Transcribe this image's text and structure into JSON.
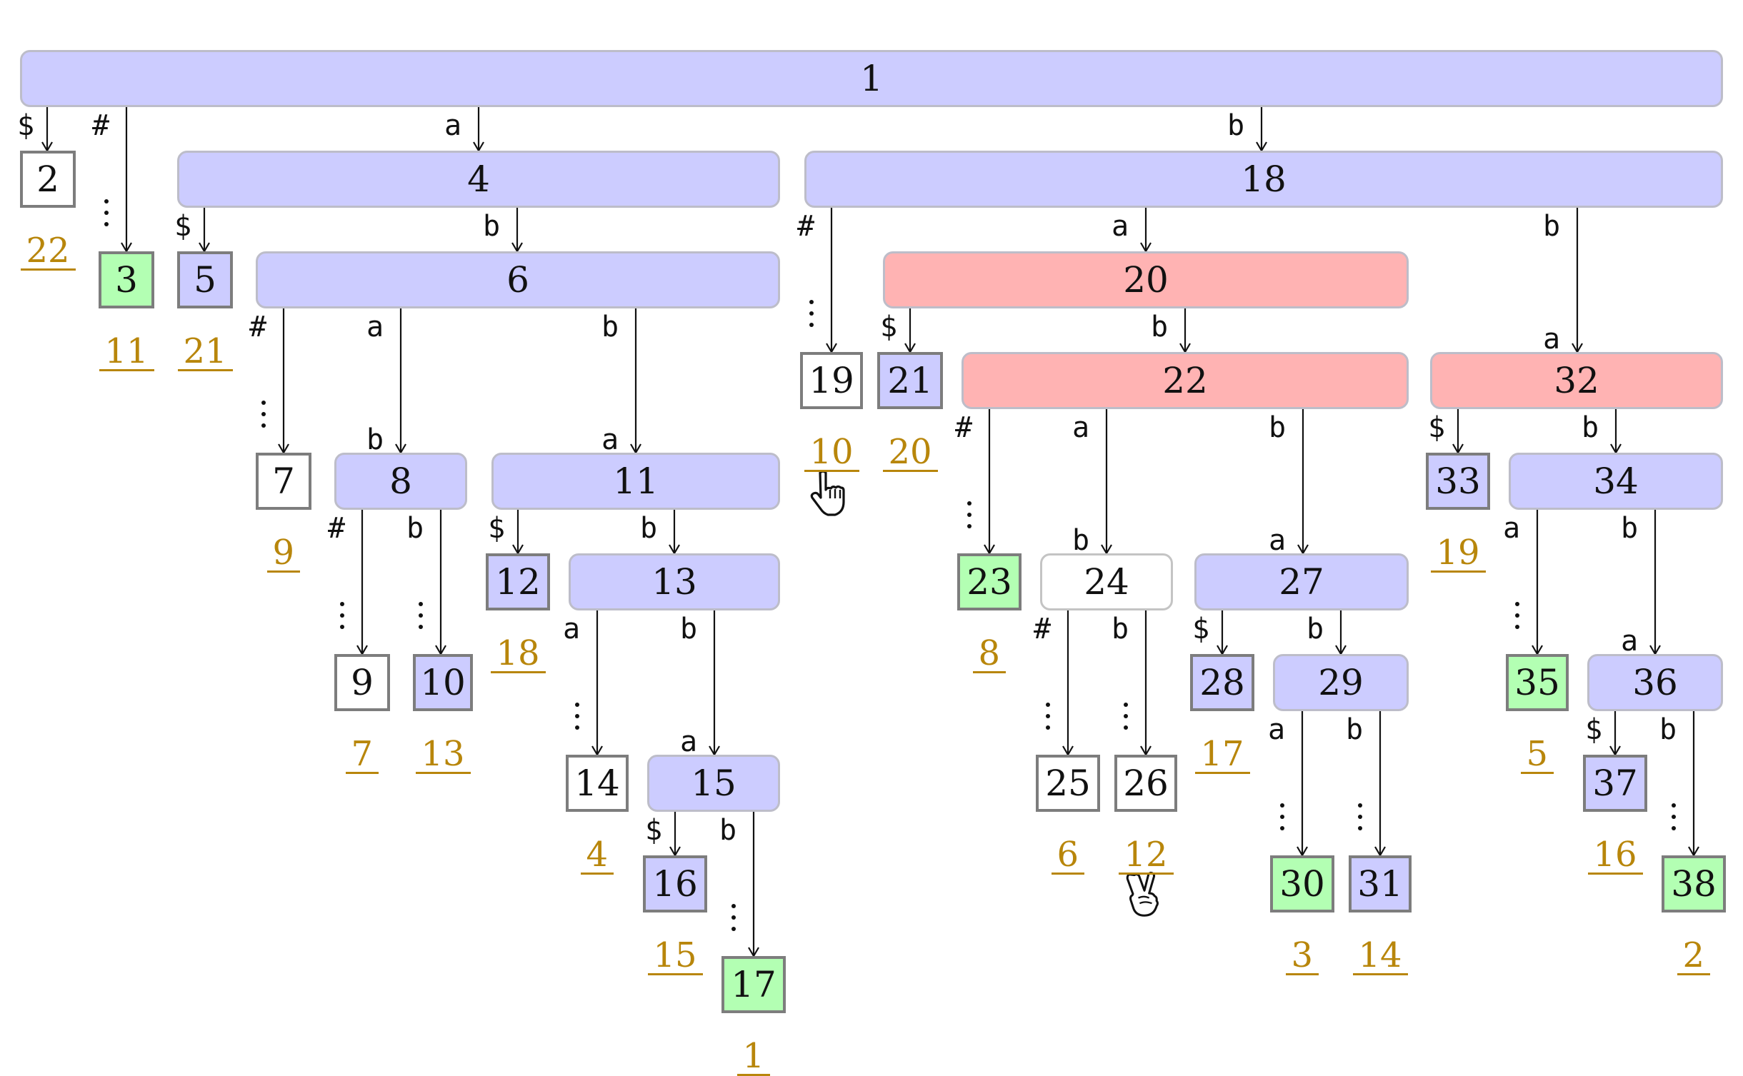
{
  "colors": {
    "internal_node": "#ccccff",
    "highlight_node": "#ffb3b3",
    "green_leaf": "#b3ffb3",
    "plain_node": "#ffffff",
    "suffix_index": "#b8860b",
    "edge": "#111111"
  },
  "nodes": [
    {
      "id": "n1",
      "label": "1",
      "fill": "blue"
    },
    {
      "id": "n2",
      "label": "2",
      "fill": "white"
    },
    {
      "id": "n3",
      "label": "3",
      "fill": "green"
    },
    {
      "id": "n4",
      "label": "4",
      "fill": "blue"
    },
    {
      "id": "n5",
      "label": "5",
      "fill": "blue"
    },
    {
      "id": "n6",
      "label": "6",
      "fill": "blue"
    },
    {
      "id": "n7",
      "label": "7",
      "fill": "white"
    },
    {
      "id": "n8",
      "label": "8",
      "fill": "blue"
    },
    {
      "id": "n9",
      "label": "9",
      "fill": "white"
    },
    {
      "id": "n10",
      "label": "10",
      "fill": "blue"
    },
    {
      "id": "n11",
      "label": "11",
      "fill": "blue"
    },
    {
      "id": "n12",
      "label": "12",
      "fill": "blue"
    },
    {
      "id": "n13",
      "label": "13",
      "fill": "blue"
    },
    {
      "id": "n14",
      "label": "14",
      "fill": "white"
    },
    {
      "id": "n15",
      "label": "15",
      "fill": "blue"
    },
    {
      "id": "n16",
      "label": "16",
      "fill": "blue"
    },
    {
      "id": "n17",
      "label": "17",
      "fill": "green"
    },
    {
      "id": "n18",
      "label": "18",
      "fill": "blue"
    },
    {
      "id": "n19",
      "label": "19",
      "fill": "white"
    },
    {
      "id": "n20",
      "label": "20",
      "fill": "red"
    },
    {
      "id": "n21",
      "label": "21",
      "fill": "blue"
    },
    {
      "id": "n22",
      "label": "22",
      "fill": "red"
    },
    {
      "id": "n23",
      "label": "23",
      "fill": "green"
    },
    {
      "id": "n24",
      "label": "24",
      "fill": "white"
    },
    {
      "id": "n25",
      "label": "25",
      "fill": "white"
    },
    {
      "id": "n26",
      "label": "26",
      "fill": "white"
    },
    {
      "id": "n27",
      "label": "27",
      "fill": "blue"
    },
    {
      "id": "n28",
      "label": "28",
      "fill": "blue"
    },
    {
      "id": "n29",
      "label": "29",
      "fill": "blue"
    },
    {
      "id": "n30",
      "label": "30",
      "fill": "green"
    },
    {
      "id": "n31",
      "label": "31",
      "fill": "blue"
    },
    {
      "id": "n32",
      "label": "32",
      "fill": "red"
    },
    {
      "id": "n33",
      "label": "33",
      "fill": "blue"
    },
    {
      "id": "n34",
      "label": "34",
      "fill": "blue"
    },
    {
      "id": "n35",
      "label": "35",
      "fill": "green"
    },
    {
      "id": "n36",
      "label": "36",
      "fill": "blue"
    },
    {
      "id": "n37",
      "label": "37",
      "fill": "blue"
    },
    {
      "id": "n38",
      "label": "38",
      "fill": "green"
    }
  ],
  "edges": [
    {
      "id": "e1-2",
      "label": "$"
    },
    {
      "id": "e1-3",
      "label": "#"
    },
    {
      "id": "e1-4",
      "label": "a"
    },
    {
      "id": "e1-18",
      "label": "b"
    },
    {
      "id": "e4-5",
      "label": "$"
    },
    {
      "id": "e4-6",
      "label": "b"
    },
    {
      "id": "e6-7",
      "label": "#"
    },
    {
      "id": "e6-8",
      "label": "a",
      "label2": "b"
    },
    {
      "id": "e6-11",
      "label": "b",
      "label2": "a"
    },
    {
      "id": "e8-9",
      "label": "#"
    },
    {
      "id": "e8-10",
      "label": "b"
    },
    {
      "id": "e11-12",
      "label": "$"
    },
    {
      "id": "e11-13",
      "label": "b"
    },
    {
      "id": "e13-14",
      "label": "a"
    },
    {
      "id": "e13-15",
      "label": "b",
      "label2": "a"
    },
    {
      "id": "e15-16",
      "label": "$"
    },
    {
      "id": "e15-17",
      "label": "b"
    },
    {
      "id": "e18-19",
      "label": "#"
    },
    {
      "id": "e18-20",
      "label": "a"
    },
    {
      "id": "e18-32",
      "label": "b",
      "label2": "a"
    },
    {
      "id": "e20-21",
      "label": "$"
    },
    {
      "id": "e20-22",
      "label": "b"
    },
    {
      "id": "e22-23",
      "label": "#"
    },
    {
      "id": "e22-24",
      "label": "a",
      "label2": "b"
    },
    {
      "id": "e22-27",
      "label": "b",
      "label2": "a"
    },
    {
      "id": "e24-25",
      "label": "#"
    },
    {
      "id": "e24-26",
      "label": "b"
    },
    {
      "id": "e27-28",
      "label": "$"
    },
    {
      "id": "e27-29",
      "label": "b"
    },
    {
      "id": "e29-30",
      "label": "a"
    },
    {
      "id": "e29-31",
      "label": "b"
    },
    {
      "id": "e32-33",
      "label": "$"
    },
    {
      "id": "e32-34",
      "label": "b"
    },
    {
      "id": "e34-35",
      "label": "a"
    },
    {
      "id": "e34-36",
      "label": "b",
      "label2": "a"
    },
    {
      "id": "e36-37",
      "label": "$"
    },
    {
      "id": "e36-38",
      "label": "b"
    }
  ],
  "suffix_indices": [
    {
      "leaf": "n2",
      "value": "22"
    },
    {
      "leaf": "n3",
      "value": "11"
    },
    {
      "leaf": "n5",
      "value": "21"
    },
    {
      "leaf": "n7",
      "value": "9"
    },
    {
      "leaf": "n9",
      "value": "7"
    },
    {
      "leaf": "n10",
      "value": "13"
    },
    {
      "leaf": "n12",
      "value": "18"
    },
    {
      "leaf": "n14",
      "value": "4"
    },
    {
      "leaf": "n16",
      "value": "15"
    },
    {
      "leaf": "n17",
      "value": "1"
    },
    {
      "leaf": "n19",
      "value": "10"
    },
    {
      "leaf": "n21",
      "value": "20"
    },
    {
      "leaf": "n23",
      "value": "8"
    },
    {
      "leaf": "n25",
      "value": "6"
    },
    {
      "leaf": "n26",
      "value": "12"
    },
    {
      "leaf": "n28",
      "value": "17"
    },
    {
      "leaf": "n30",
      "value": "3"
    },
    {
      "leaf": "n31",
      "value": "14"
    },
    {
      "leaf": "n33",
      "value": "19"
    },
    {
      "leaf": "n35",
      "value": "5"
    },
    {
      "leaf": "n37",
      "value": "16"
    },
    {
      "leaf": "n38",
      "value": "2"
    }
  ],
  "icons": [
    "pointing-hand-icon",
    "victory-hand-icon"
  ]
}
